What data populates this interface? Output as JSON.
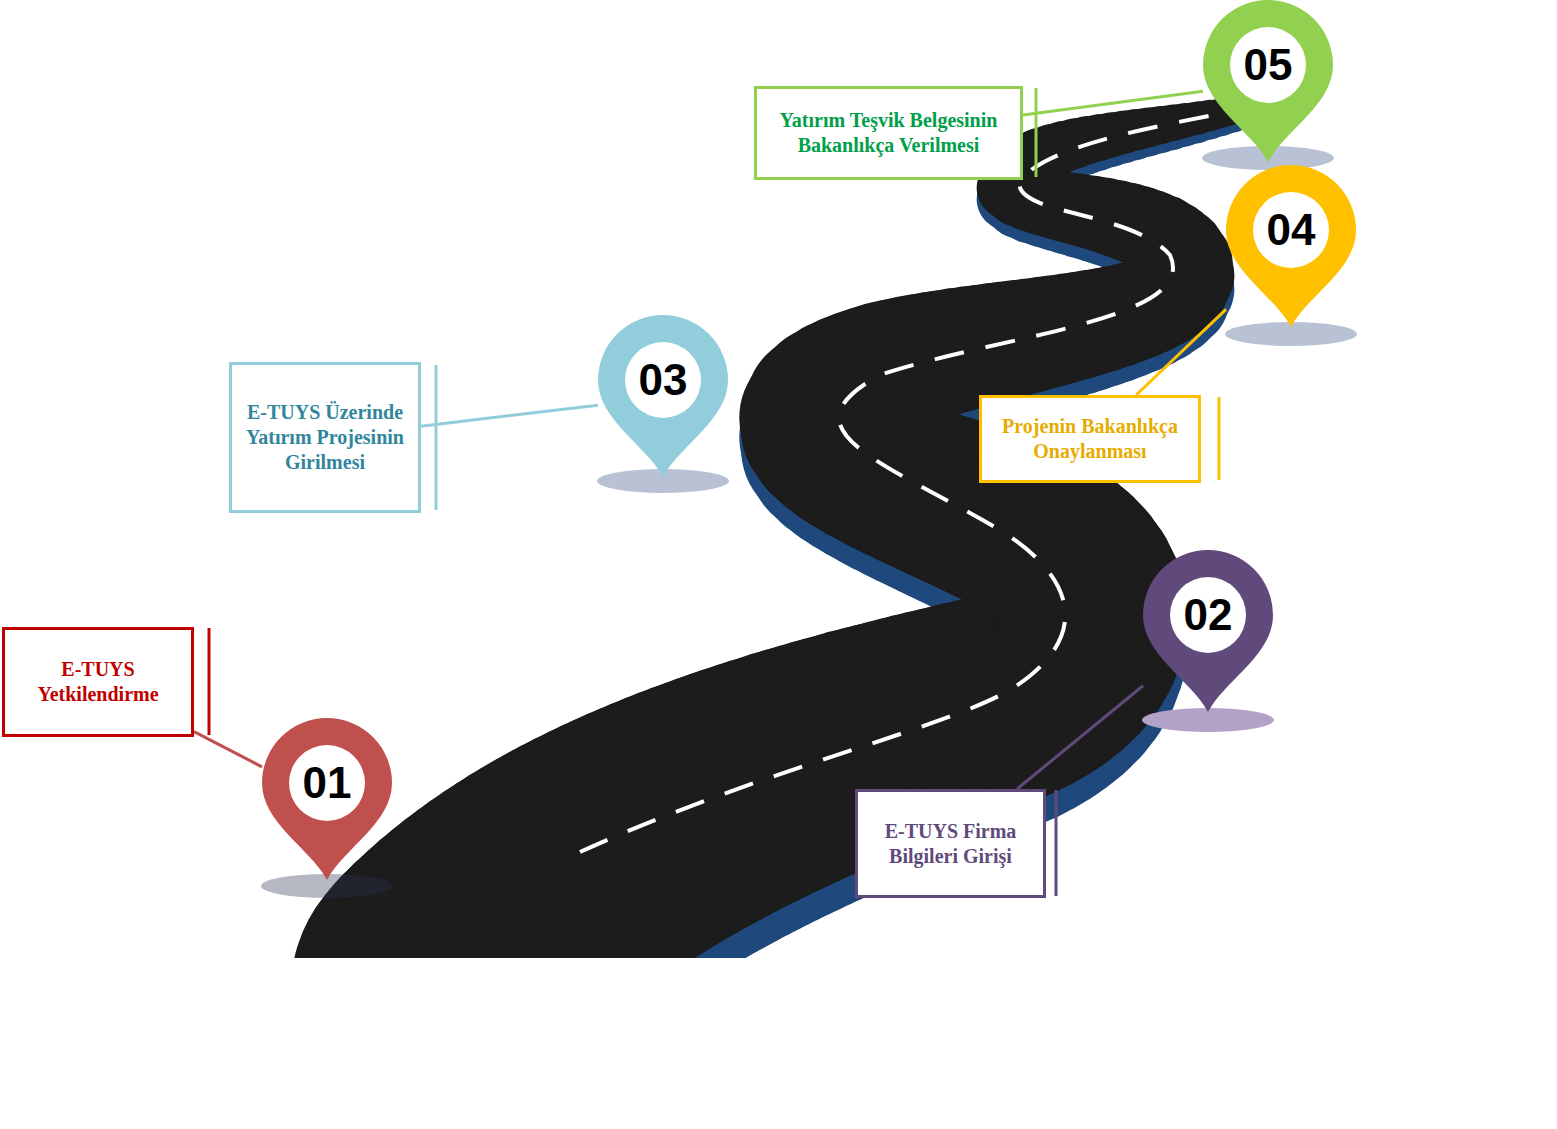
{
  "diagram": {
    "nodes": [
      {
        "text": [
          "E-TUYS Yetkilendirme"
        ]
      },
      {
        "text": [
          "01"
        ]
      },
      {
        "text": [
          "E-TUYS Firma Bilgileri Girişi"
        ]
      },
      {
        "text": [
          "02"
        ]
      },
      {
        "text": [
          "E-TUYS Üzerinde Yatırım Projesinin Girilmesi"
        ]
      },
      {
        "text": [
          "03"
        ]
      },
      {
        "text": [
          "Projenin Bakanlıkça Onaylanması"
        ]
      },
      {
        "text": [
          "04"
        ]
      },
      {
        "text": [
          "Yatırım Teşvik Belgesinin Bakanlıkça Verilmesi"
        ]
      },
      {
        "text": [
          "05"
        ]
      }
    ],
    "edges": [
      {
        "from": 1,
        "to": 0,
        "arrow": "none"
      },
      {
        "from": 3,
        "to": 2,
        "arrow": "none"
      },
      {
        "from": 5,
        "to": 4,
        "arrow": "none"
      },
      {
        "from": 7,
        "to": 6,
        "arrow": "none"
      },
      {
        "from": 9,
        "to": 8,
        "arrow": "none"
      }
    ]
  }
}
